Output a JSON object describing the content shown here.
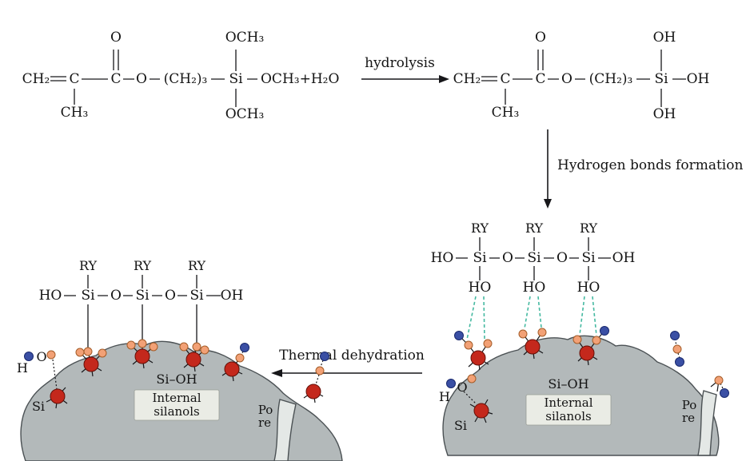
{
  "labels": {
    "hydrolysis": "hydrolysis",
    "hydrogen_bonds": "Hydrogen bonds formation",
    "thermal_dehydration": "Thermal dehydration"
  },
  "chem": {
    "ch2": "CH₂",
    "c": "C",
    "o": "O",
    "ch3": "CH₃",
    "propyl": "(CH₂)₃",
    "si": "Si",
    "och3": "OCH₃",
    "och3_plus_water": "OCH₃+H₂O",
    "oh": "OH",
    "ho": "HO",
    "h": "H",
    "ry": "RY",
    "si_oh": "Si–OH",
    "internal": "Internal",
    "silanols": "silanols",
    "po": "Po",
    "re": "re"
  },
  "colors": {
    "si_atom": "#c4281c",
    "o_atom": "#f2a176",
    "h_atom": "#3a4fa4",
    "hydrogen_bond": "#45b9a1",
    "particle_fill": "#b3b9ba",
    "pore_fill": "#e4e8e6",
    "silanol_box": "#eaece5"
  }
}
